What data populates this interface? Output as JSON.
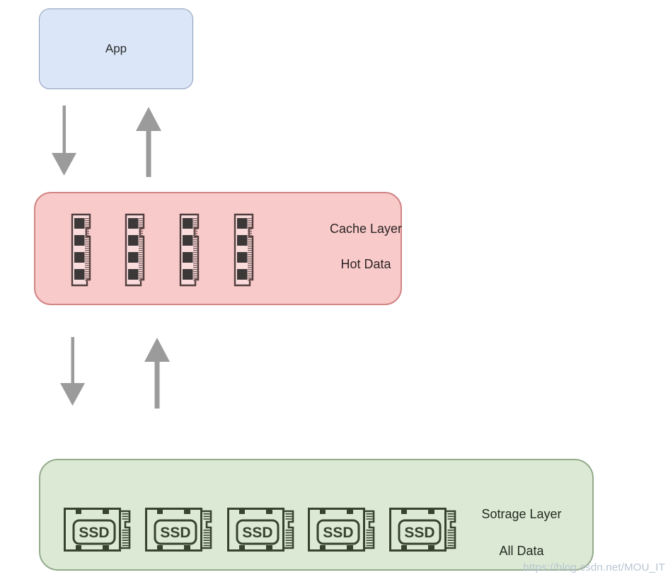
{
  "diagram_title": "cache-storage-architecture",
  "app_box": {
    "label": "App",
    "fill": "#dbe7f9",
    "border": "#8a9cb5"
  },
  "cache_box": {
    "title": "Cache Layer",
    "subtitle": "Hot Data",
    "fill": "#f9caca",
    "border": "#d18585",
    "module_icon": "ram-icon",
    "module_count": 4
  },
  "storage_box": {
    "title": "Sotrage Layer",
    "subtitle": "All Data",
    "fill": "#dcead5",
    "border": "#94ab8c",
    "module_icon": "ssd-icon",
    "module_count": 5,
    "ssd_label": "SSD"
  },
  "arrows": {
    "color": "#9b9b9b",
    "pairs": [
      {
        "between": "App and Cache Layer",
        "directions": [
          "down",
          "up"
        ]
      },
      {
        "between": "Cache Layer and Sotrage Layer",
        "directions": [
          "down",
          "up"
        ]
      }
    ]
  },
  "watermark": {
    "text": "https://blog.csdn.net/MOU_IT",
    "color": "#b2c0cf"
  }
}
